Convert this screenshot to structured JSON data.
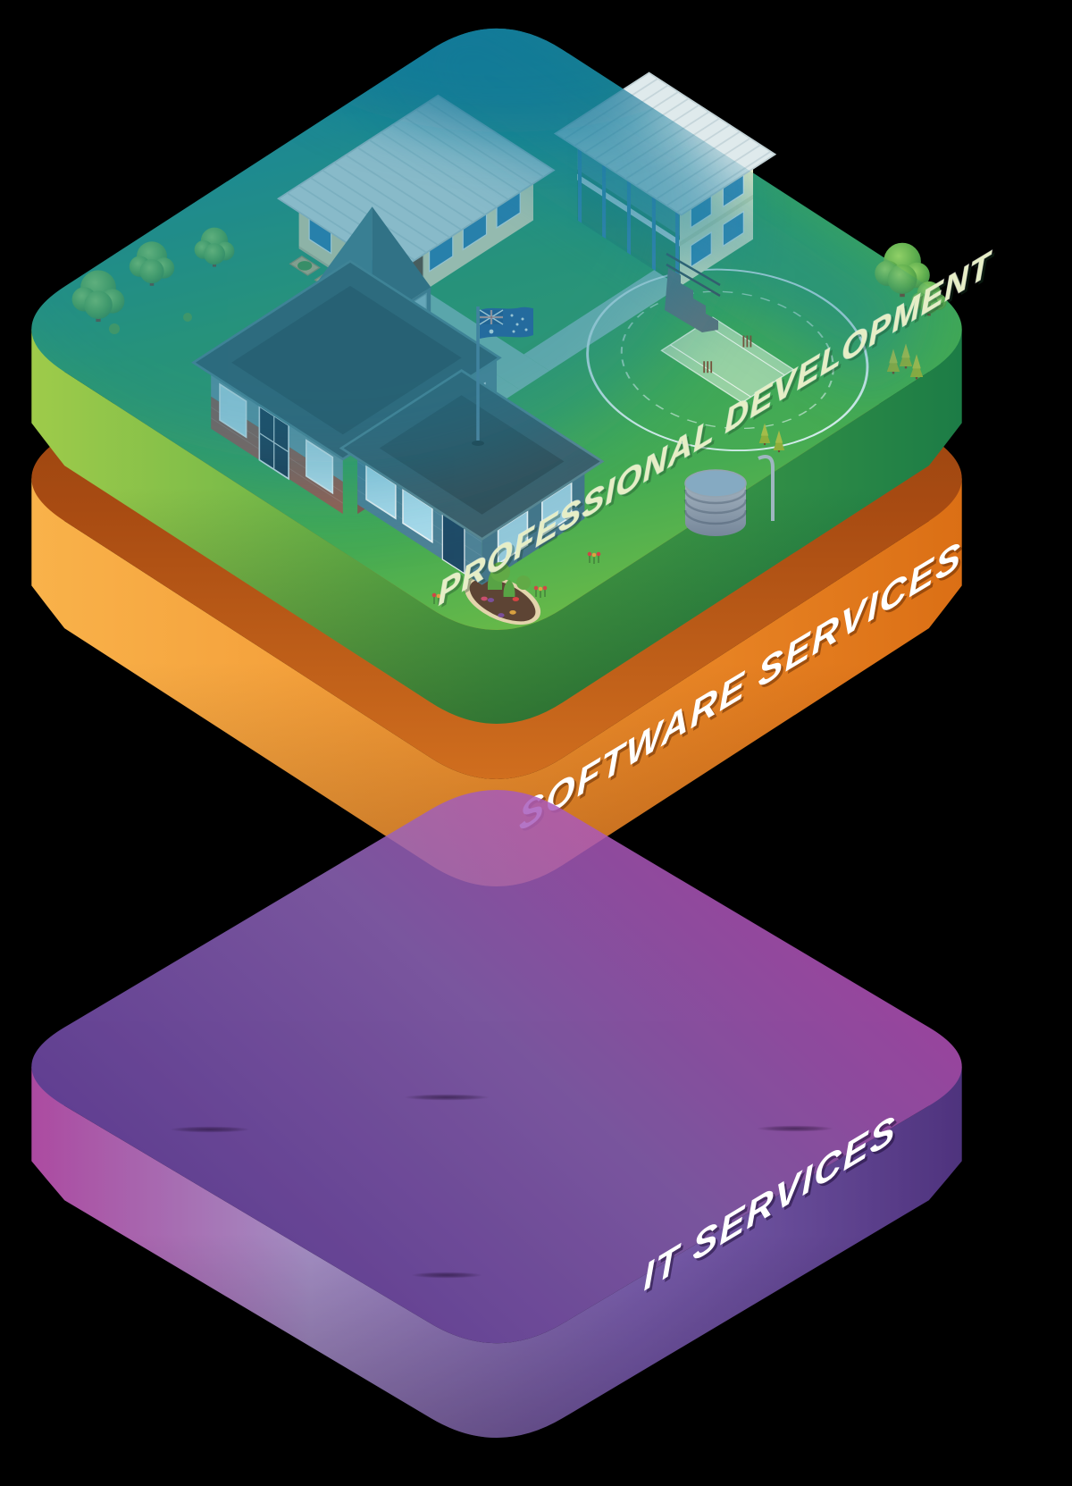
{
  "background": "#000000",
  "layers": {
    "top": {
      "id": "professional-development",
      "label": "PROFESSIONAL DEVELOPMENT",
      "label_color": "#e6eec6",
      "teal": "#1a87a5",
      "grass": "#46ab52",
      "side_light": "#9ecb4a",
      "side_mid": "#4fa847",
      "side_dark": "#1c7c46"
    },
    "middle": {
      "id": "software-services",
      "label": "SOFTWARE SERVICES",
      "label_color": "#ffffff",
      "side_light": "#f9b24a",
      "orange": "#f0912e",
      "side_dark": "#db6f15",
      "top_dark": "#a84b12"
    },
    "bottom": {
      "id": "it-services",
      "label": "IT SERVICES",
      "label_color": "#ffffff",
      "purple": "#6c45aa",
      "magenta": "#c748ba",
      "side_light": "#c3aae8",
      "side_dark": "#5e3d96"
    }
  },
  "scene": {
    "items": [
      "school-building",
      "clock-tower",
      "flagpole",
      "australian-flag",
      "cricket-oval",
      "cricket-pitch",
      "cricket-stumps",
      "portable-classroom",
      "grandstand-pavilion",
      "stairs",
      "water-tank",
      "vegetable-garden",
      "compost-bin",
      "planter-boxes",
      "flower-bed",
      "trees",
      "pine-trees",
      "bushes",
      "tulips",
      "walking-paths",
      "motion-streaks"
    ]
  }
}
